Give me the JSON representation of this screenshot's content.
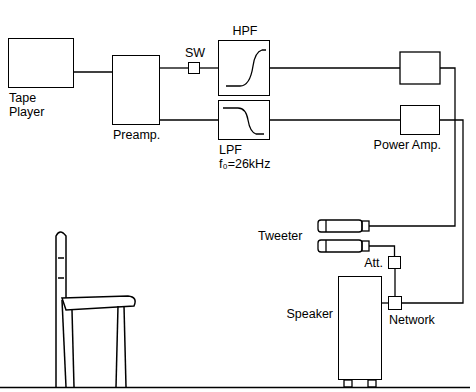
{
  "diagram": {
    "nodes": [
      {
        "text": [
          "Tape Player"
        ]
      },
      {
        "text": [
          "Preamp."
        ]
      },
      {
        "text": [
          "SW"
        ]
      },
      {
        "text": [
          "HPF"
        ]
      },
      {
        "text": [
          "LPF",
          "f₀=26kHz"
        ]
      },
      {
        "text": [
          "Power Amp."
        ]
      },
      {
        "text": [
          "Att."
        ]
      },
      {
        "text": [
          "Network"
        ]
      },
      {
        "text": [
          "Speaker"
        ]
      }
    ],
    "edges": [
      {
        "from": 0,
        "to": 1,
        "arrow": "none"
      },
      {
        "from": 1,
        "to": 2,
        "arrow": "none"
      },
      {
        "from": 2,
        "to": 3,
        "arrow": "none"
      },
      {
        "from": 1,
        "to": 4,
        "arrow": "none"
      },
      {
        "from": 4,
        "to": 5,
        "arrow": "none"
      },
      {
        "from": 5,
        "to": 7,
        "arrow": "none"
      },
      {
        "from": 6,
        "to": 7,
        "arrow": "none"
      },
      {
        "from": 7,
        "to": 8,
        "arrow": "none"
      }
    ],
    "labels": [
      "Tweeter"
    ]
  }
}
